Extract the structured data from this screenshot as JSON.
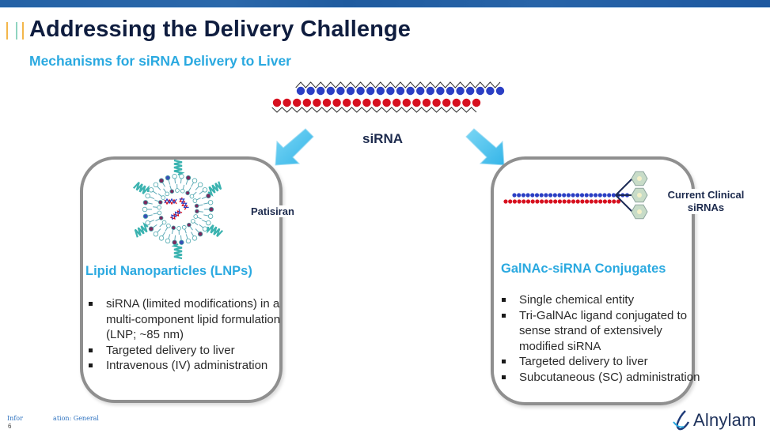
{
  "slide": {
    "title": "Addressing the Delivery Challenge",
    "subtitle": "Mechanisms for siRNA Delivery to Liver",
    "center_label": "siRNA",
    "left_panel": {
      "callout": "Patisiran",
      "heading": "Lipid Nanoparticles (LNPs)",
      "bullets": [
        "siRNA (limited modifications) in a multi-component lipid formulation (LNP; ~85 nm)",
        "Targeted delivery to liver",
        "Intravenous (IV) administration"
      ]
    },
    "right_panel": {
      "callout": "Current Clinical siRNAs",
      "heading": "GalNAc-siRNA Conjugates",
      "bullets": [
        "Single chemical entity",
        "Tri-GalNAc ligand conjugated to sense strand of extensively modified siRNA",
        "Targeted delivery to liver",
        "Subcutaneous (SC) administration"
      ]
    },
    "footer": {
      "classification": "Infor               ation: General",
      "page_number": "6"
    },
    "brand": "Alnylam"
  },
  "figures": {
    "sirna_top": {
      "sense_beads": 21,
      "antisense_beads": 21
    },
    "galnac_conjugate": {
      "sense_beads": 26,
      "antisense_beads": 26,
      "ligands": 3
    }
  },
  "colors": {
    "title": "#0f1d3f",
    "accent": "#2aa9e0",
    "sense_strand": "#2b3fc4",
    "antisense_strand": "#d7101f",
    "arrow": "#55c6ee",
    "panel_border": "#8f8f8f",
    "top_bar": "#2462a6"
  }
}
